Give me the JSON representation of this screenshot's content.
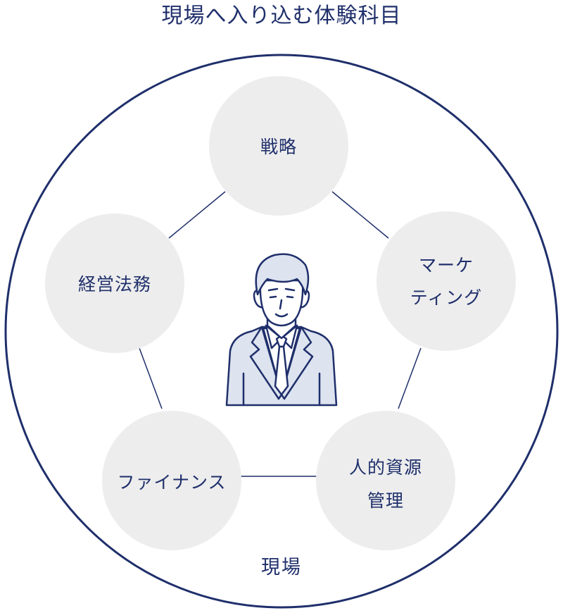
{
  "title": "現場へ入り込む体験科目",
  "field_label": "現場",
  "center_figure": "businessman-icon",
  "colors": {
    "navy": "#1f2f6b",
    "node_fill": "#ededed",
    "suit_fill": "#dde3ef",
    "white": "#ffffff"
  },
  "subjects": [
    {
      "id": "strategy",
      "lines": [
        "戦略"
      ]
    },
    {
      "id": "marketing",
      "lines": [
        "マーケ",
        "ティング"
      ]
    },
    {
      "id": "hr",
      "lines": [
        "人的資源",
        "管理"
      ]
    },
    {
      "id": "finance",
      "lines": [
        "ファイナンス"
      ]
    },
    {
      "id": "law",
      "lines": [
        "経営法務"
      ]
    }
  ]
}
